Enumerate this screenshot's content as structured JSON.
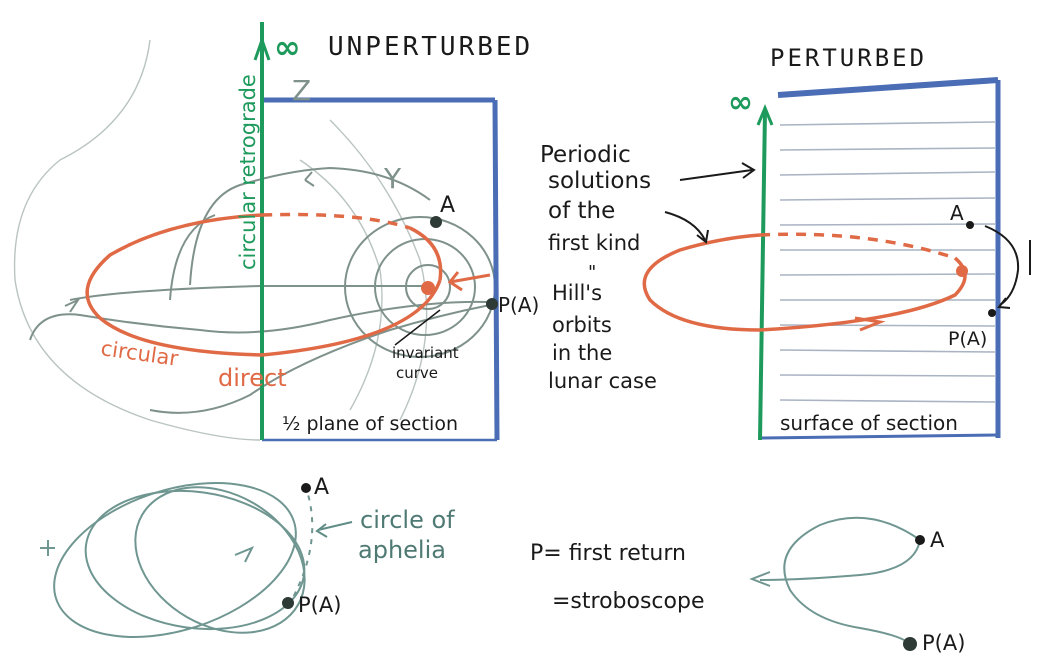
{
  "titles": {
    "unperturbed": "UNPERTURBED",
    "perturbed": "PERTURBED"
  },
  "labels": {
    "infinity_left": "∞",
    "infinity_right": "∞",
    "z_axis": "Z",
    "y_axis": "Y",
    "point_a": "A",
    "point_pa": "P(A)",
    "circular_retrograde": "circular retrograde",
    "circular": "circular",
    "direct": "direct",
    "invariant": "invariant",
    "curve": "curve",
    "half_plane": "½ plane of section",
    "surface_of_section": "surface of section",
    "periodic_1": "Periodic",
    "periodic_2": "solutions",
    "periodic_3": "of the",
    "periodic_4": "first kind",
    "equals_mark": "\"",
    "hill_1": "Hill's",
    "hill_2": "orbits",
    "hill_3": "in the",
    "hill_4": "lunar case",
    "bottom_a_left": "A",
    "bottom_pa_left": "P(A)",
    "circle_1": "circle of",
    "circle_2": "aphelia",
    "first_return": "P= first return",
    "stroboscope": "=stroboscope",
    "bottom_a_right": "A",
    "bottom_pa_right": "P(A)"
  },
  "colors": {
    "green": "#1e9a5c",
    "orange": "#e06a45",
    "blue": "#4a6db5",
    "grey_line": "#8a9a94",
    "teal_line": "#5f8c86",
    "ink": "#1a1a1a"
  }
}
